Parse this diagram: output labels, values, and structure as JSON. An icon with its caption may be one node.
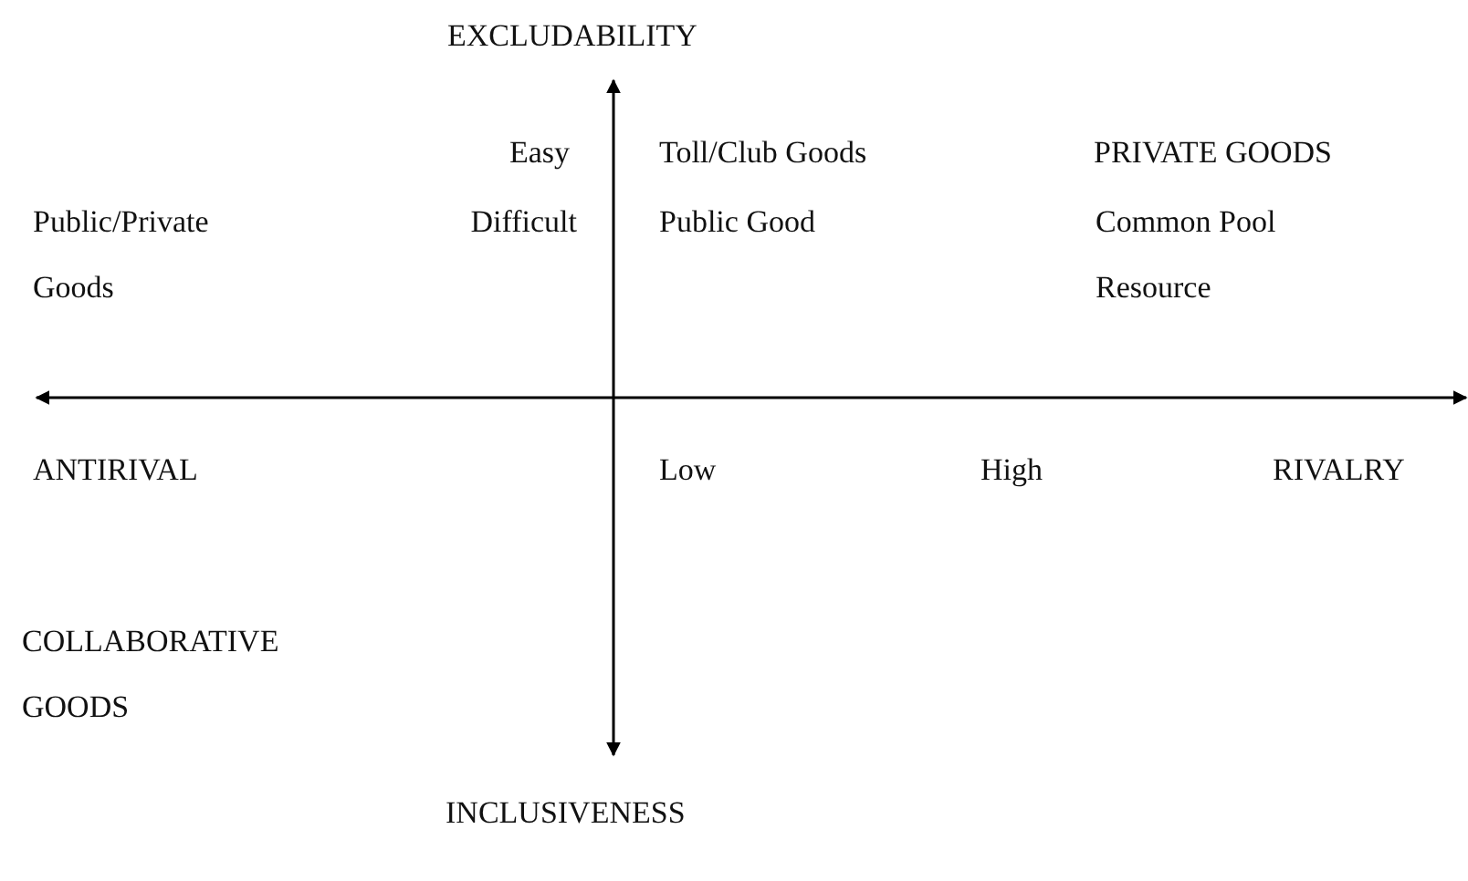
{
  "diagram": {
    "labels": [
      "EXCLUDABILITY",
      "Easy",
      "Toll/Club Goods",
      "PRIVATE GOODS",
      "Public/Private Goods",
      "Difficult",
      "Public Good",
      "Common Pool Resource",
      "ANTIRIVAL",
      "Low",
      "High",
      "RIVALRY",
      "COLLABORATIVE GOODS",
      "INCLUSIVENESS"
    ]
  }
}
